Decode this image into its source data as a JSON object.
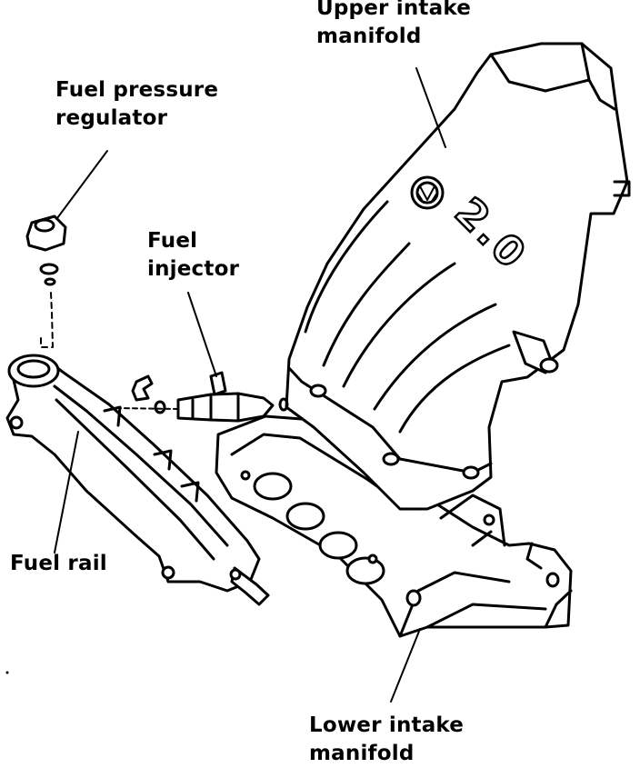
{
  "labels": {
    "upper_intake_manifold": {
      "line1": "Upper intake",
      "line2": "manifold"
    },
    "fuel_pressure_regulator": {
      "line1": "Fuel pressure",
      "line2": "regulator"
    },
    "fuel_injector": {
      "line1": "Fuel",
      "line2": "injector"
    },
    "fuel_rail": {
      "line1": "Fuel rail"
    },
    "lower_intake_manifold": {
      "line1": "Lower intake",
      "line2": "manifold"
    }
  },
  "badge": {
    "engine_size": "2.0"
  },
  "colors": {
    "ink": "#000000",
    "paper": "#ffffff"
  }
}
